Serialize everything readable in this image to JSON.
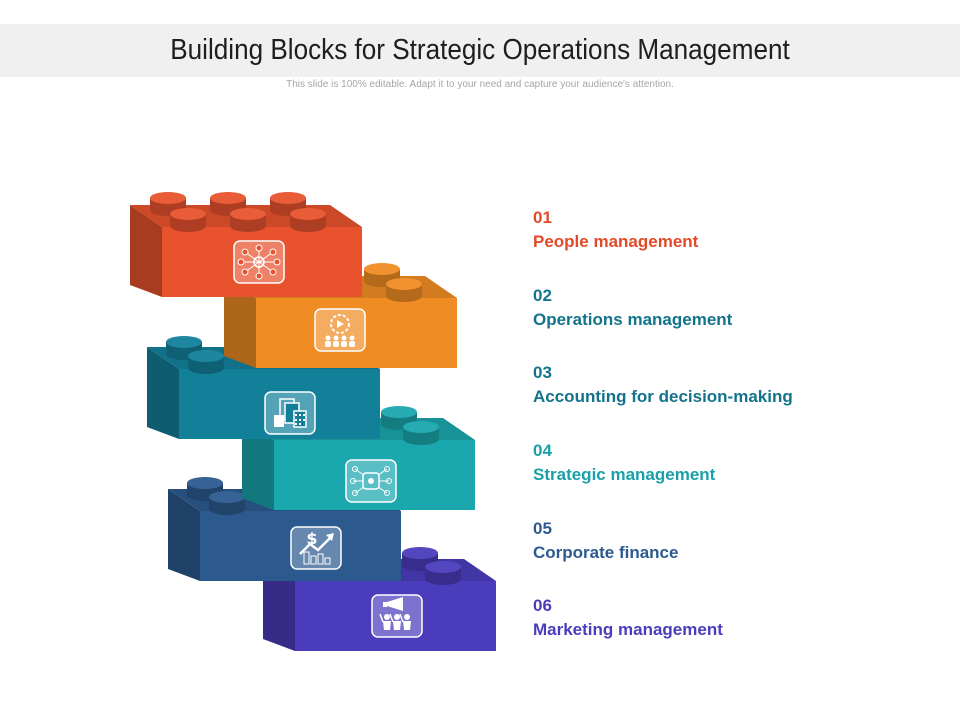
{
  "header": {
    "title": "Building Blocks for Strategic Operations Management",
    "subtitle": "This slide is 100% editable. Adapt it to your need and capture your audience's attention."
  },
  "blocks": [
    {
      "number": "01",
      "label": "People management",
      "color": "#e8532e",
      "icon": "people-network-icon"
    },
    {
      "number": "02",
      "label": "Operations management",
      "color": "#f08c24",
      "icon": "gear-process-people-icon"
    },
    {
      "number": "03",
      "label": "Accounting for decision-making",
      "color": "#13809a",
      "icon": "calculator-documents-icon"
    },
    {
      "number": "04",
      "label": "Strategic management",
      "color": "#1aa7ad",
      "icon": "strategy-network-icon"
    },
    {
      "number": "05",
      "label": "Corporate finance",
      "color": "#2c5a8f",
      "icon": "finance-growth-icon"
    },
    {
      "number": "06",
      "label": "Marketing management",
      "color": "#4b3cbc",
      "icon": "megaphone-team-icon"
    }
  ],
  "legend_colors": [
    "#e24a29",
    "#12738c",
    "#12738c",
    "#1aa0a8",
    "#2c5a8f",
    "#4b3cbc"
  ]
}
